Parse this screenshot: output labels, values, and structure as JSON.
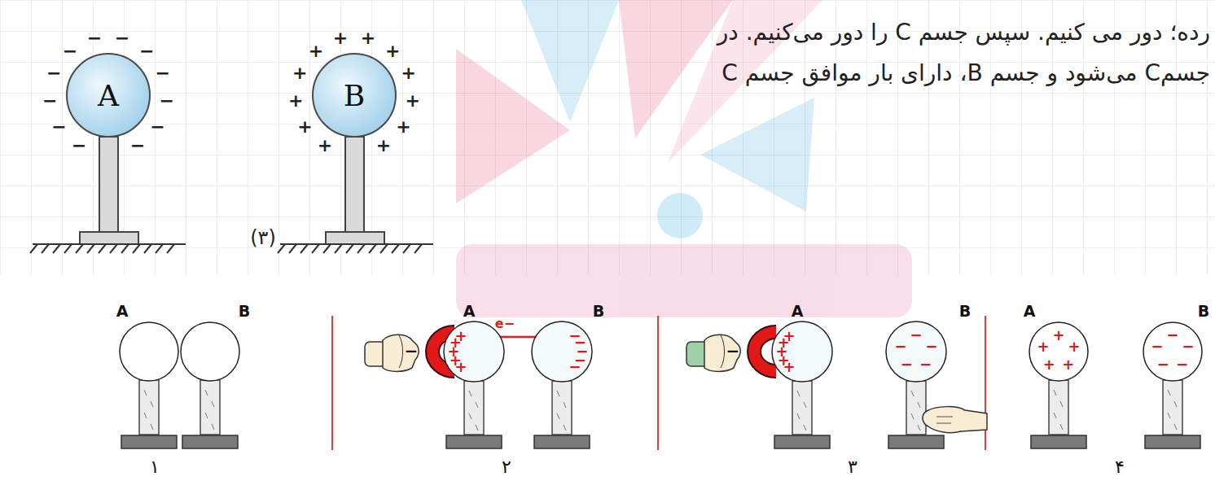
{
  "diagram": {
    "nodes": [
      {
        "text": [
          "A"
        ]
      },
      {
        "text": [
          "B"
        ]
      },
      {
        "text": [
          "A"
        ]
      },
      {
        "text": [
          "B"
        ]
      },
      {
        "text": [
          "A"
        ]
      },
      {
        "text": [
          "B"
        ]
      },
      {
        "text": [
          "A"
        ]
      },
      {
        "text": [
          "B"
        ]
      },
      {
        "text": [
          "A"
        ]
      },
      {
        "text": [
          "B"
        ]
      }
    ],
    "labels": [
      "رده؛ دور می کنیم. سپس جسم C را دور می‌کنیم. در",
      "جسمC می‌شود و جسم B، دارای بار موافق جسم C",
      "(۳)",
      "−",
      "−",
      "−",
      "−",
      "−",
      "−",
      "−",
      "−",
      "−",
      "−",
      "−",
      "−",
      "+",
      "+",
      "+",
      "+",
      "+",
      "+",
      "+",
      "+",
      "+",
      "+",
      "+",
      "+",
      "۱",
      "۲",
      "۳",
      "۴",
      "e−",
      "−",
      "+",
      "+",
      "+",
      "+",
      "+",
      "−",
      "−",
      "−",
      "−",
      "−",
      "−",
      "+",
      "+",
      "+",
      "+",
      "+",
      "−",
      "−",
      "−",
      "−",
      "−",
      "+",
      "+",
      "+",
      "+",
      "+",
      "−",
      "−",
      "−",
      "−",
      "−"
    ]
  }
}
